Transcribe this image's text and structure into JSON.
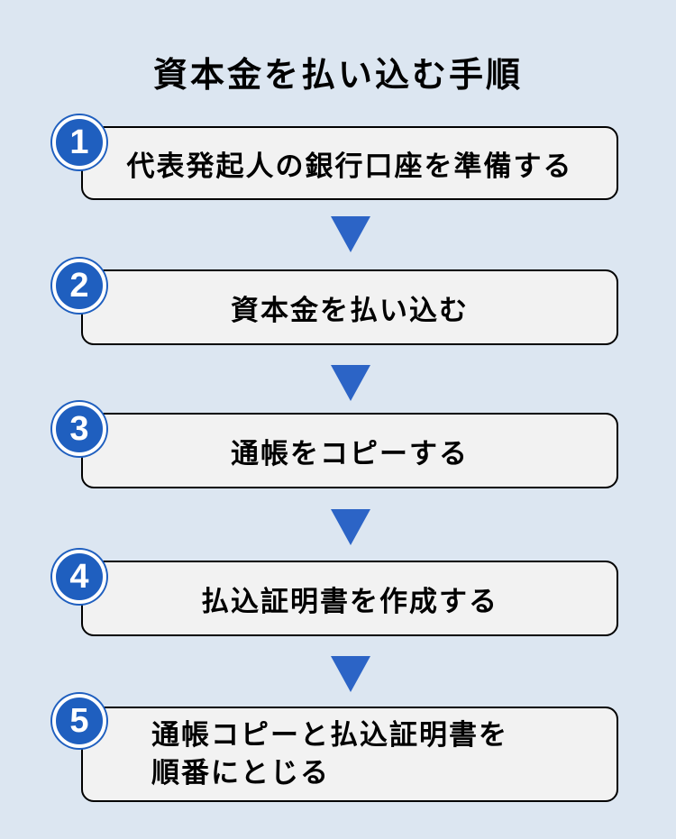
{
  "title": "資本金を払い込む手順",
  "accent_color": "#1f5fbf",
  "steps": [
    {
      "number": "1",
      "text": "代表発起人の銀行口座を準備する"
    },
    {
      "number": "2",
      "text": "資本金を払い込む"
    },
    {
      "number": "3",
      "text": "通帳をコピーする"
    },
    {
      "number": "4",
      "text": "払込証明書を作成する"
    },
    {
      "number": "5",
      "lines": [
        "通帳コピーと払込証明書を",
        "順番にとじる"
      ]
    }
  ]
}
